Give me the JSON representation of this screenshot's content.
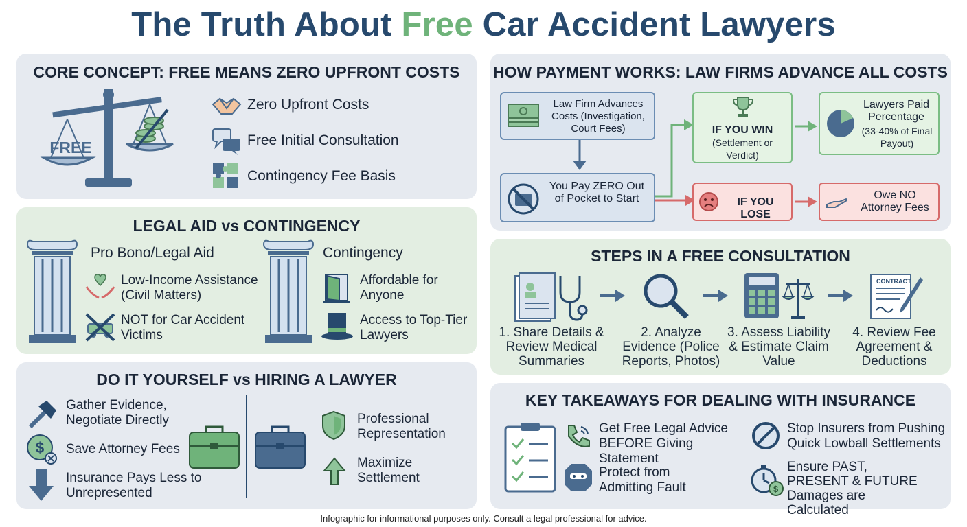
{
  "title": {
    "pre": "The Truth About ",
    "free": "Free",
    "post": " Car Accident Lawyers"
  },
  "core": {
    "heading": "CORE CONCEPT: FREE MEANS ZERO UPFRONT COSTS",
    "scale_label": "FREE",
    "items": [
      "Zero Upfront Costs",
      "Free Initial Consultation",
      "Contingency Fee Basis"
    ],
    "icons": [
      "handshake-icon",
      "chat-bubbles-icon",
      "puzzle-icon"
    ]
  },
  "payment": {
    "heading": "HOW PAYMENT WORKS: LAW FIRMS ADVANCE ALL COSTS",
    "advance": "Law Firm Advances Costs (Investigation, Court Fees)",
    "zero": "You Pay ZERO Out of Pocket to Start",
    "win": "IF YOU WIN",
    "win_sub": "(Settlement or Verdict)",
    "paid": "Lawyers Paid Percentage",
    "paid_sub": "(33-40% of Final Payout)",
    "lose": "IF YOU LOSE",
    "owe": "Owe NO Attorney Fees"
  },
  "legal": {
    "heading": "LEGAL AID vs CONTINGENCY",
    "left_title": "Pro Bono/Legal Aid",
    "left_items": [
      "Low-Income Assistance (Civil Matters)",
      "NOT for Car Accident Victims"
    ],
    "right_title": "Contingency",
    "right_items": [
      "Affordable for Anyone",
      "Access to Top-Tier Lawyers"
    ]
  },
  "steps": {
    "heading": "STEPS IN A FREE CONSULTATION",
    "items": [
      "1. Share Details & Review Medical Summaries",
      "2. Analyze Evidence (Police Reports, Photos)",
      "3. Assess Liability & Estimate Claim Value",
      "4. Review Fee Agreement & Deductions"
    ],
    "contract_label": "CONTRACT"
  },
  "diy": {
    "heading": "DO IT YOURSELF vs HIRING A LAWYER",
    "left_items": [
      "Gather Evidence, Negotiate Directly",
      "Save Attorney Fees",
      "Insurance Pays Less to Unrepresented"
    ],
    "right_items": [
      "Professional Representation",
      "Maximize Settlement"
    ]
  },
  "takeaways": {
    "heading": "KEY TAKEAWAYS FOR DEALING WITH INSURANCE",
    "items": [
      "Get Free Legal Advice BEFORE Giving Statement",
      "Protect from Admitting Fault",
      "Stop Insurers from Pushing Quick Lowball Settlements",
      "Ensure PAST, PRESENT & FUTURE Damages are Calculated"
    ]
  },
  "disclaimer": "Infographic for informational purposes only. Consult a legal professional for advice.",
  "colors": {
    "navy": "#27496d",
    "green": "#6fb37a",
    "red": "#d66a6a",
    "blue_panel": "#e6eaf0",
    "green_panel": "#e3eee2"
  }
}
